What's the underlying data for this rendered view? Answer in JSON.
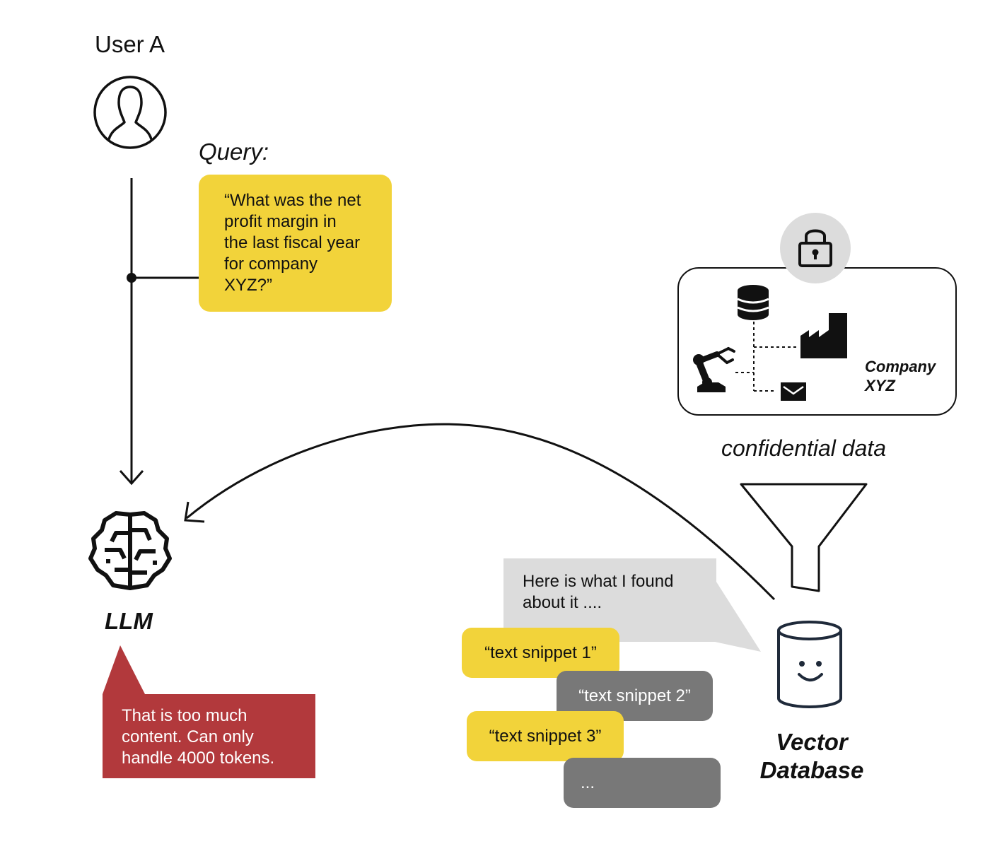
{
  "user": {
    "label": "User A"
  },
  "query": {
    "label": "Query:",
    "text": "“What was the net\nprofit margin in\nthe last fiscal year\nfor company\nXYZ?”"
  },
  "llm": {
    "label": "LLM",
    "warning": "That is too much\ncontent. Can only\nhandle 4000 tokens."
  },
  "company": {
    "label": "Company\nXYZ"
  },
  "confidential": {
    "label": "confidential data"
  },
  "vector_db": {
    "label": "Vector\nDatabase",
    "reply": "Here is what I found\nabout it ....",
    "snippets": [
      "“text snippet 1”",
      "“text snippet 2”",
      "“text snippet 3”",
      "..."
    ]
  },
  "colors": {
    "query_bg": "#f2d33a",
    "warning_bg": "#b2393c",
    "reply_bg": "#dcdcdc",
    "snippet_gray": "#787878"
  }
}
